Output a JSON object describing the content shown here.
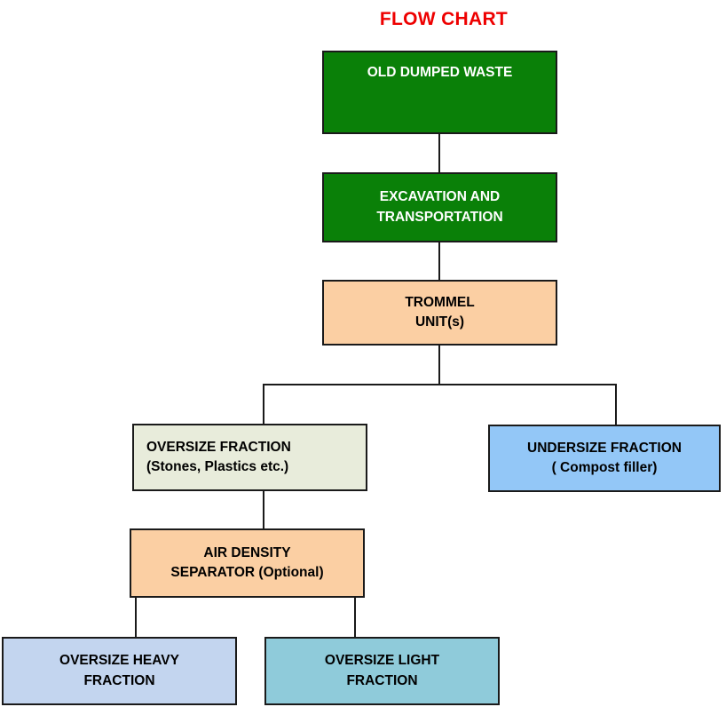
{
  "title": "FLOW CHART",
  "title_color": "#ee0000",
  "background": "#ffffff",
  "border_color": "#1a1a1a",
  "nodes": [
    {
      "id": "old-dumped-waste",
      "line1": "OLD DUMPED WASTE",
      "line2": "",
      "fill": "#0a8008",
      "text_color": "#ffffff"
    },
    {
      "id": "excavation-and-transportation",
      "line1": "EXCAVATION AND",
      "line2": "TRANSPORTATION",
      "fill": "#0a8008",
      "text_color": "#ffffff"
    },
    {
      "id": "trommel-unit",
      "line1": "TROMMEL",
      "line2": "UNIT(s)",
      "fill": "#fbcfa3",
      "text_color": "#000000"
    },
    {
      "id": "oversize-fraction",
      "line1": "OVERSIZE FRACTION",
      "line2": "(Stones, Plastics etc.)",
      "fill": "#e8ecdb",
      "text_color": "#000000"
    },
    {
      "id": "undersize-fraction",
      "line1": "UNDERSIZE FRACTION",
      "line2": "( Compost filler)",
      "fill": "#93c7f7",
      "text_color": "#000000"
    },
    {
      "id": "air-density-separator",
      "line1": "AIR DENSITY",
      "line2": "SEPARATOR (Optional)",
      "fill": "#fbcfa3",
      "text_color": "#000000"
    },
    {
      "id": "oversize-heavy-fraction",
      "line1": "OVERSIZE HEAVY",
      "line2": "FRACTION",
      "fill": "#c3d5ef",
      "text_color": "#000000"
    },
    {
      "id": "oversize-light-fraction",
      "line1": "OVERSIZE LIGHT",
      "line2": "FRACTION",
      "fill": "#8fcbda",
      "text_color": "#000000"
    }
  ],
  "flow": {
    "description": "Old dumped waste is excavated and transported to trommel unit(s), which split output into oversize fraction and undersize fraction. The oversize fraction passes to an optional air density separator producing oversize heavy fraction and oversize light fraction."
  }
}
